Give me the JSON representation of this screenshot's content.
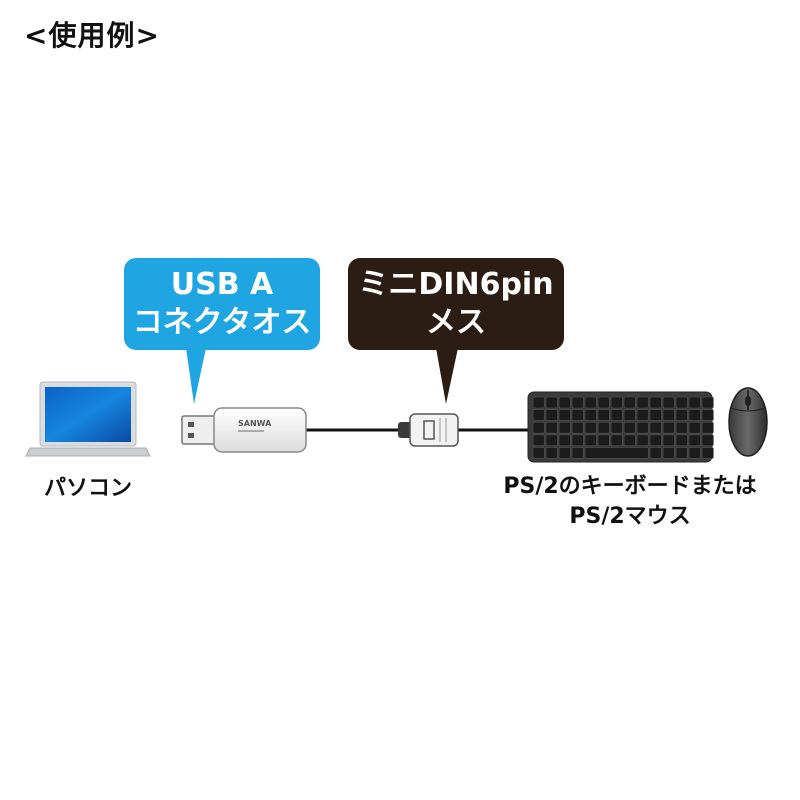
{
  "heading": "<使用例>",
  "bubble_usb": {
    "line1": "USB A",
    "line2": "コネクタオス",
    "color": "#1fa6e2"
  },
  "bubble_din": {
    "line1": "ミニDIN6pin",
    "line2": "メス",
    "color": "#2b1d14"
  },
  "label_pc": "パソコン",
  "label_kb": {
    "line1": "PS/2のキーボードまたは",
    "line2": "PS/2マウス"
  },
  "cable_logo": "SANWA",
  "icons": [
    "laptop-icon",
    "usb-connector-icon",
    "din-connector-icon",
    "keyboard-icon",
    "mouse-icon"
  ]
}
